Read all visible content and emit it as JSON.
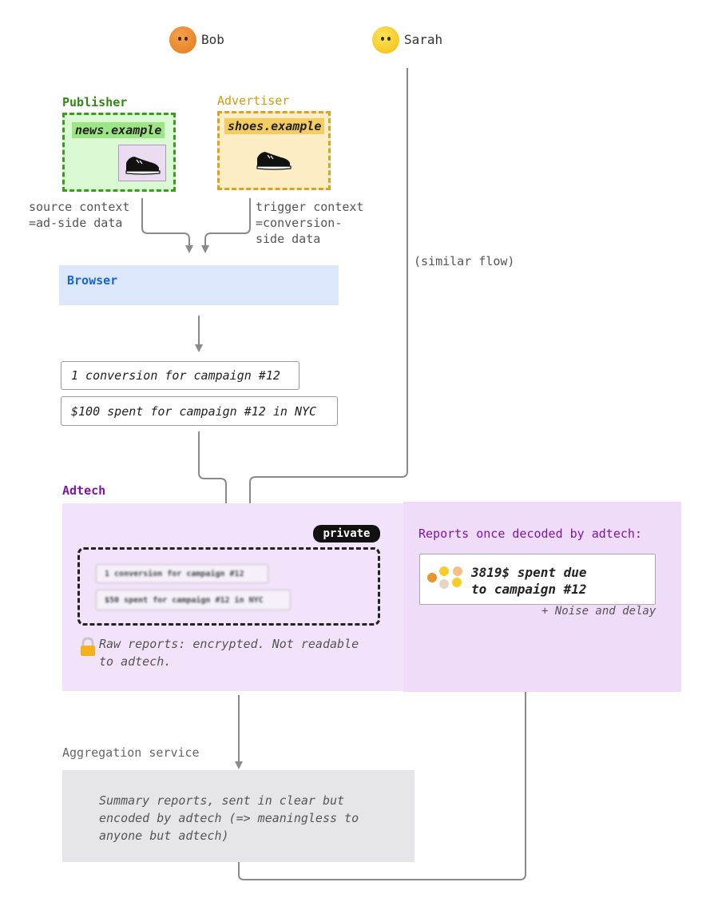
{
  "people": {
    "bob": "Bob",
    "sarah": "Sarah"
  },
  "publisher": {
    "label": "Publisher",
    "site": "news.example",
    "caption_line1": "source context",
    "caption_line2": "=ad-side data"
  },
  "advertiser": {
    "label": "Advertiser",
    "site": "shoes.example",
    "caption_line1": "trigger context",
    "caption_line2": "=conversion-",
    "caption_line3": "side data"
  },
  "similar_flow": "(similar flow)",
  "browser": {
    "label": "Browser"
  },
  "reports": [
    "1 conversion for campaign #12",
    "$100 spent for campaign #12 in NYC"
  ],
  "adtech": {
    "label": "Adtech",
    "private_badge": "private",
    "encrypted_reports": [
      "1 conversion for campaign #12",
      "$50 spent for campaign #12 in NYC"
    ],
    "raw_caption_line1": "Raw reports: encrypted. Not readable",
    "raw_caption_line2": "to adtech.",
    "decoded_title": "Reports once decoded by adtech:",
    "decoded_line1": "3819$ spent due",
    "decoded_line2": "to campaign #12",
    "noise_caption": "+ Noise and delay"
  },
  "aggregation": {
    "label": "Aggregation service",
    "text_line1": "Summary reports, sent in clear but",
    "text_line2": "encoded by adtech (=> meaningless to",
    "text_line3": "anyone but adtech)"
  },
  "colors": {
    "publisher": "#3b9a1f",
    "advertiser": "#d8a227",
    "browser": "#1764d6",
    "adtech": "#7a17a7",
    "arrow": "#8a8a8a"
  },
  "icons": {
    "bob": "face-icon",
    "sarah": "face-icon",
    "shoe": "sneaker-icon",
    "lock": "lock-icon"
  }
}
